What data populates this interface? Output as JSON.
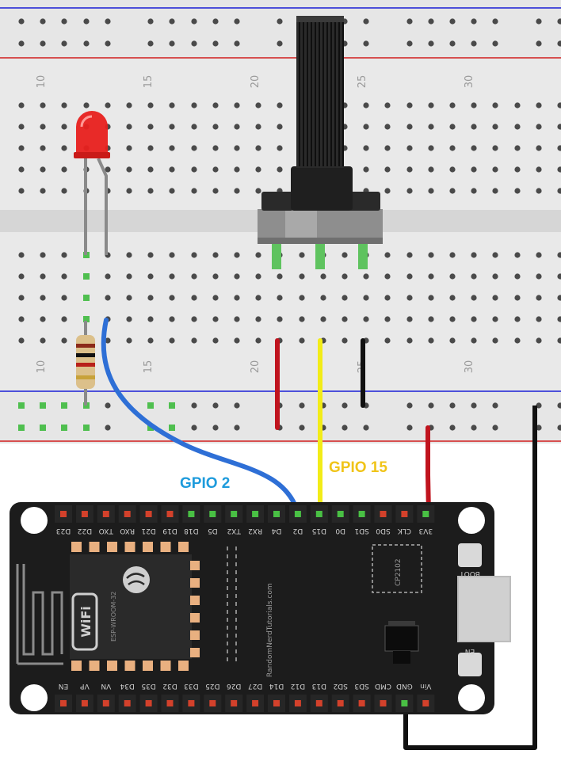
{
  "breadboard": {
    "column_numbers": [
      "10",
      "15",
      "20",
      "25",
      "30"
    ],
    "colors": {
      "board": "#e6e6e6",
      "rail_red": "#d21f1f",
      "rail_blue": "#1a1fd6",
      "hole": "#4a4a4a",
      "hole_active": "#4fbf4f"
    }
  },
  "callouts": {
    "gpio2": "GPIO 2",
    "gpio15": "GPIO 15",
    "gpio2_color": "#1e9bdc",
    "gpio15_color": "#f0c419"
  },
  "board": {
    "top_pins": [
      "D23",
      "D22",
      "TXO",
      "RXO",
      "D21",
      "D19",
      "D18",
      "D5",
      "TX2",
      "RX2",
      "D4",
      "D2",
      "D15",
      "D0",
      "SD1",
      "SD0",
      "CLK",
      "3V3"
    ],
    "bottom_pins": [
      "EN",
      "VP",
      "VN",
      "D34",
      "D35",
      "D32",
      "D33",
      "D25",
      "D26",
      "D27",
      "D14",
      "D12",
      "D13",
      "SD2",
      "SD3",
      "CMD",
      "GND",
      "Vin"
    ],
    "module_label": "ESP-WROOM-32",
    "wifi_label": "WiFi",
    "chip_label": "CP2102",
    "credit": "RandomNerdTutorials.com",
    "boot_label": "BOOT",
    "en_label": "EN",
    "colors": {
      "body": "#1c1c1c",
      "pin_red": "#d3412b",
      "pin_green": "#49c044",
      "silk": "#cfcfcf",
      "pad": "#e9b080"
    }
  },
  "wires": {
    "colors": {
      "blue": "#2e6fd6",
      "yellow": "#f2ec18",
      "red": "#c0141e",
      "black": "#111111",
      "green_led": "#47b547"
    }
  },
  "icons": [
    "led-icon",
    "resistor-icon",
    "potentiometer-icon",
    "espressif-logo-icon",
    "wifi-logo-icon"
  ]
}
